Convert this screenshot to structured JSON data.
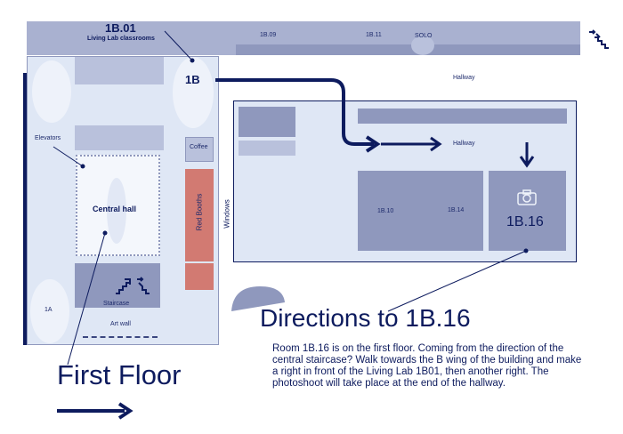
{
  "colors": {
    "navy": "#0d1b5e",
    "floor_fill": "#dfe7f5",
    "room_fill": "#8f98bd",
    "room_light": "#b9c1dc",
    "red_booths": "#d27a72"
  },
  "top_strip": {
    "title": "1B.01",
    "subtitle": "Living Lab classrooms",
    "room_a": "1B.09",
    "room_b": "1B.11",
    "solo": "SOLO"
  },
  "left_wing": {
    "wing_label": "1B",
    "elevators": "Elevators",
    "coffee": "Coffee",
    "central_hall": "Central hall",
    "red_booths": "Red Booths",
    "staircase": "Staircase",
    "room_1a": "1A",
    "art_wall": "Art wall"
  },
  "right_wing": {
    "hallway_top": "Hallway",
    "hallway_inner": "Hallway",
    "windows": "Windows",
    "room_1b10": "1B.10",
    "room_1b14": "1B.14",
    "destination": "1B.16"
  },
  "floor_title": "First Floor",
  "directions": {
    "title": "Directions to 1B.16",
    "body": "Room 1B.16 is on the first floor. Coming from the direction of the central staircase? Walk towards the B wing of the building and make a right in front of the Living Lab 1B01, then another right. The photoshoot will take place at the end of the hallway."
  },
  "icons": [
    "staircase-icon",
    "camera-icon",
    "arrow-icon"
  ]
}
